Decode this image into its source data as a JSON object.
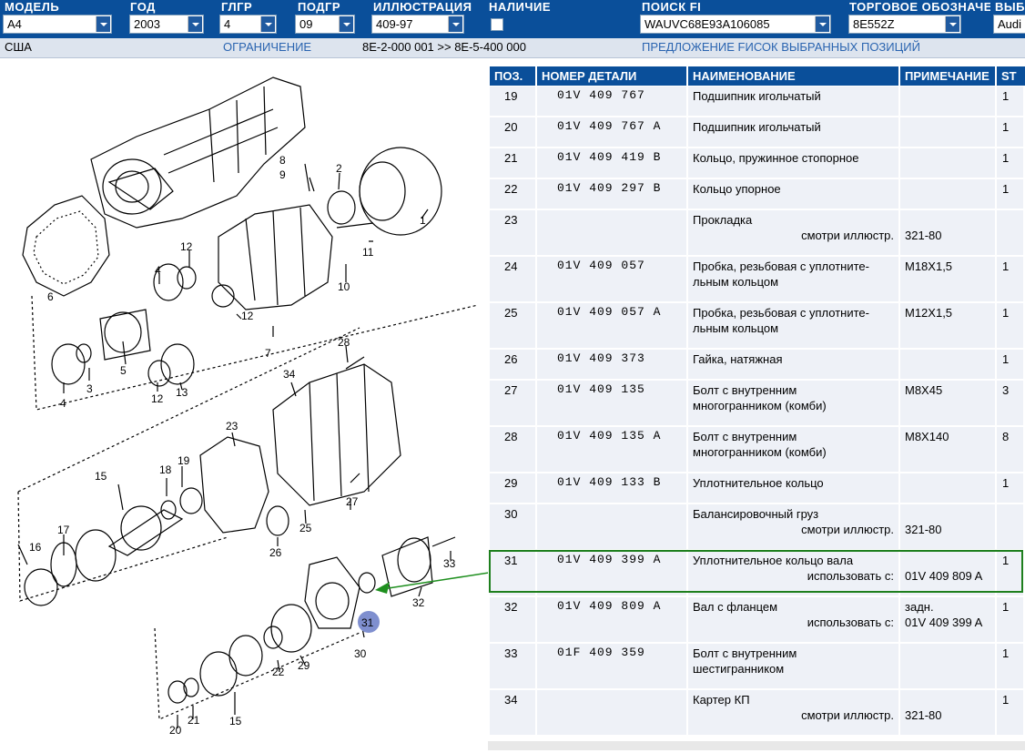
{
  "header": {
    "model": {
      "label": "МОДЕЛЬ",
      "value": "A4"
    },
    "year": {
      "label": "ГОД",
      "value": "2003"
    },
    "mg": {
      "label": "ГЛГР",
      "value": "4"
    },
    "sg": {
      "label": "ПОДГР",
      "value": "09"
    },
    "illustration": {
      "label": "ИЛЛЮСТРАЦИЯ",
      "value": "409-97"
    },
    "availability": {
      "label": "НАЛИЧИЕ"
    },
    "search_fi": {
      "label": "ПОИСК FI",
      "value": "WAUVC68E93A106085"
    },
    "trade_designation": {
      "label": "ТОРГОВОЕ ОБОЗНАЧЕНИЕ",
      "value": "8E552Z"
    },
    "select": {
      "label": "ВЫБ",
      "value": "Audi"
    }
  },
  "subbar": {
    "region": "США",
    "restriction_label": "ОГРАНИЧЕНИЕ",
    "restriction_value": "8E-2-000 001 >> 8E-5-400 000",
    "offer": "ПРЕДЛОЖЕНИЕ FИСОК ВЫБРАННЫХ ПОЗИЦИЙ"
  },
  "table": {
    "columns": [
      "ПОЗ.",
      "НОМЕР ДЕТАЛИ",
      "НАИМЕНОВАНИЕ",
      "ПРИМЕЧАНИЕ",
      "ST"
    ],
    "rows": [
      {
        "pos": "19",
        "part": "01V 409 767",
        "name": [
          "Подшипник игольчатый"
        ],
        "note": "",
        "qty": "1"
      },
      {
        "pos": "20",
        "part": "01V 409 767 A",
        "name": [
          "Подшипник игольчатый"
        ],
        "note": "",
        "qty": "1"
      },
      {
        "pos": "21",
        "part": "01V 409 419 B",
        "name": [
          "Кольцо, пружинное стопорное"
        ],
        "note": "",
        "qty": "1"
      },
      {
        "pos": "22",
        "part": "01V 409 297 B",
        "name": [
          "Кольцо упорное"
        ],
        "note": "",
        "qty": "1"
      },
      {
        "pos": "23",
        "part": "",
        "name": [
          "Прокладка"
        ],
        "sub_label": "смотри иллюстр.",
        "sub_note": "321-80",
        "note": "",
        "qty": ""
      },
      {
        "pos": "24",
        "part": "01V 409 057",
        "name": [
          "Пробка, резьбовая с уплотните-",
          "льным кольцом"
        ],
        "note": "M18X1,5",
        "qty": "1"
      },
      {
        "pos": "25",
        "part": "01V 409 057 A",
        "name": [
          "Пробка, резьбовая с уплотните-",
          "льным кольцом"
        ],
        "note": "M12X1,5",
        "qty": "1"
      },
      {
        "pos": "26",
        "part": "01V 409 373",
        "name": [
          "Гайка, натяжная"
        ],
        "note": "",
        "qty": "1"
      },
      {
        "pos": "27",
        "part": "01V 409 135",
        "name": [
          "Болт с внутренним",
          "многогранником (комби)"
        ],
        "note": "M8X45",
        "qty": "3"
      },
      {
        "pos": "28",
        "part": "01V 409 135 A",
        "name": [
          "Болт с внутренним",
          "многогранником (комби)"
        ],
        "note": "M8X140",
        "qty": "8"
      },
      {
        "pos": "29",
        "part": "01V 409 133 B",
        "name": [
          "Уплотнительное кольцо"
        ],
        "note": "",
        "qty": "1"
      },
      {
        "pos": "30",
        "part": "",
        "name": [
          "Балансировочный груз"
        ],
        "sub_label": "смотри иллюстр.",
        "sub_note": "321-80",
        "note": "",
        "qty": ""
      },
      {
        "pos": "31",
        "part": "01V 409 399 A",
        "name": [
          "Уплотнительное кольцо вала"
        ],
        "sub_label": "использовать с:",
        "sub_note": "01V 409 809 A",
        "note": "",
        "qty": "1"
      },
      {
        "pos": "32",
        "part": "01V 409 809 A",
        "name": [
          "Вал с фланцем"
        ],
        "sub_label": "использовать с:",
        "sub_note": "01V 409 399 A",
        "note": "задн.",
        "qty": "1"
      },
      {
        "pos": "33",
        "part": "01F 409 359",
        "name": [
          "Болт с внутренним",
          "шестигранником"
        ],
        "note": "",
        "qty": "1"
      },
      {
        "pos": "34",
        "part": "",
        "name": [
          "Картер КП"
        ],
        "sub_label": "смотри иллюстр.",
        "sub_note": "321-80",
        "note": "",
        "qty": "1"
      }
    ]
  },
  "diagram": {
    "callouts": [
      "1",
      "2",
      "3",
      "4",
      "4",
      "5",
      "6",
      "7",
      "8",
      "9",
      "10",
      "11",
      "12",
      "12",
      "12",
      "13",
      "15",
      "15",
      "16",
      "17",
      "18",
      "19",
      "20",
      "21",
      "22",
      "23",
      "25",
      "26",
      "27",
      "28",
      "29",
      "30",
      "31",
      "32",
      "33",
      "34"
    ],
    "selected_callout": "31"
  },
  "colors": {
    "header": "#0a4f9a",
    "row_bg": "#eef1f7",
    "highlight": "#1e7f1e",
    "callout_selected": "#7f8fcf"
  }
}
